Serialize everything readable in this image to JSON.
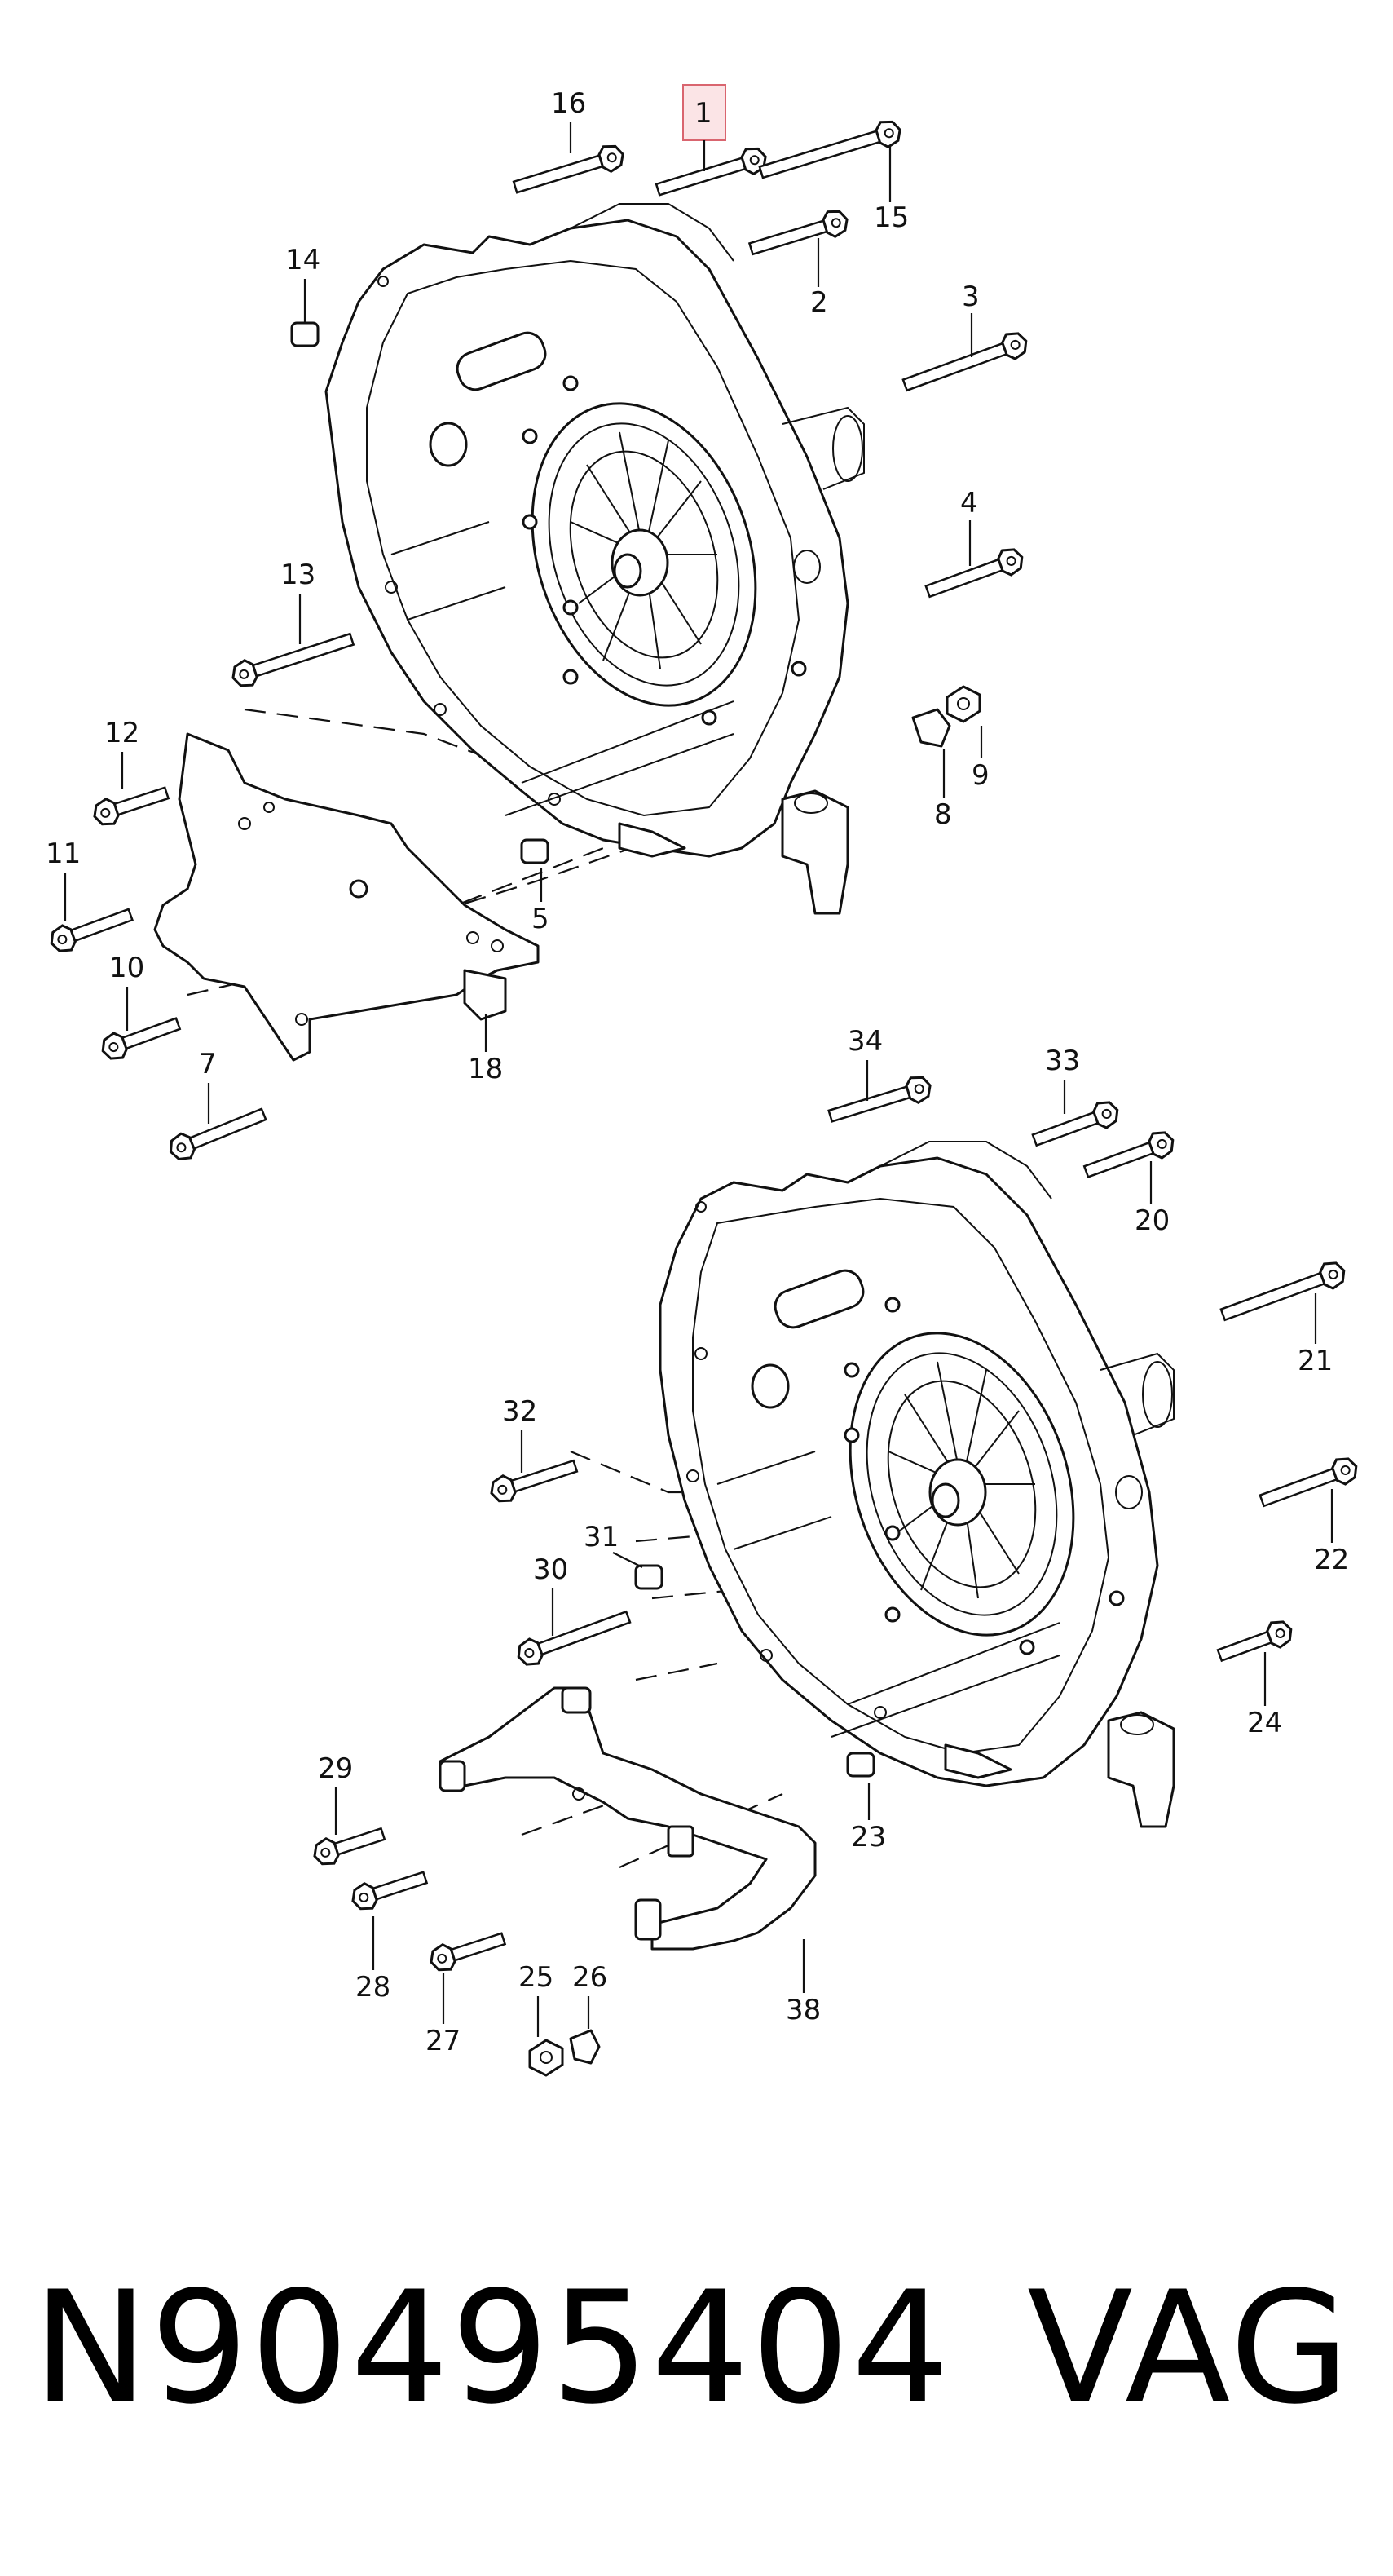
{
  "diagram": {
    "highlighted_callout": "1",
    "upper_assembly_callouts": [
      "1",
      "2",
      "3",
      "4",
      "5",
      "7",
      "8",
      "9",
      "10",
      "11",
      "12",
      "13",
      "14",
      "15",
      "16",
      "18"
    ],
    "lower_assembly_callouts": [
      "20",
      "21",
      "22",
      "23",
      "24",
      "25",
      "26",
      "27",
      "28",
      "29",
      "30",
      "31",
      "32",
      "33",
      "34",
      "38"
    ]
  },
  "footer": {
    "part_number": "N90495404",
    "brand": "VAG"
  }
}
